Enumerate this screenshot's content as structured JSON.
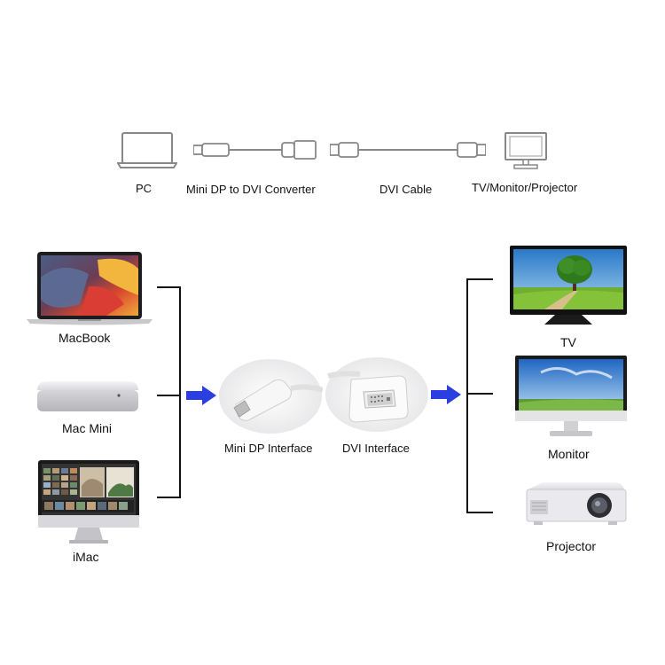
{
  "top_row": {
    "pc_label": "PC",
    "converter_label": "Mini DP to DVI Converter",
    "cable_label": "DVI Cable",
    "display_label": "TV/Monitor/Projector"
  },
  "sources": {
    "macbook_label": "MacBook",
    "macmini_label": "Mac Mini",
    "imac_label": "iMac"
  },
  "adapter": {
    "minidp_label": "Mini DP Interface",
    "dvi_label": "DVI Interface"
  },
  "outputs": {
    "tv_label": "TV",
    "monitor_label": "Monitor",
    "projector_label": "Projector"
  },
  "colors": {
    "arrow": "#2b3fe0",
    "line": "#111111"
  }
}
